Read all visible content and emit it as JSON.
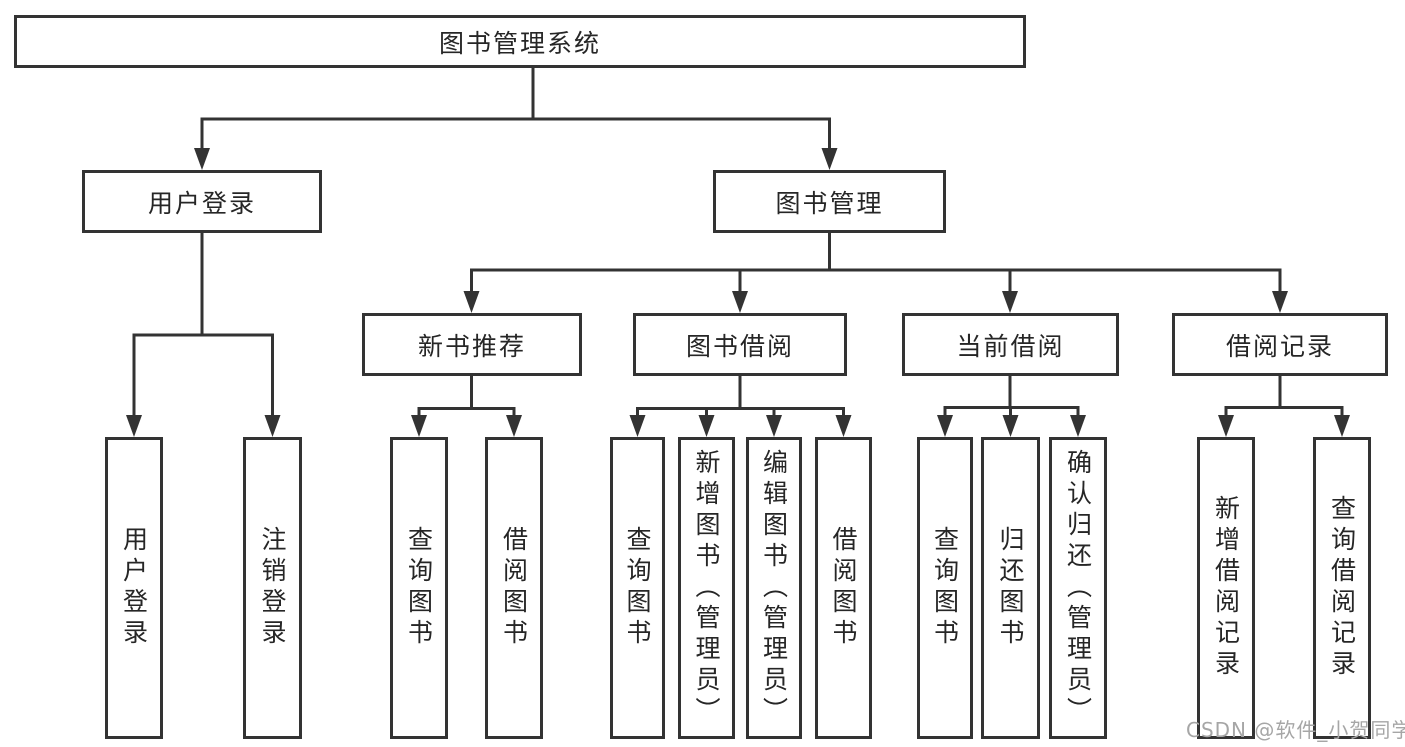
{
  "tree": {
    "root": "图书管理系统",
    "branches": [
      {
        "label": "用户登录",
        "children": [
          "用户登录",
          "注销登录"
        ]
      },
      {
        "label": "图书管理",
        "groups": [
          {
            "label": "新书推荐",
            "children": [
              "查询图书",
              "借阅图书"
            ]
          },
          {
            "label": "图书借阅",
            "children": [
              "查询图书",
              "新增图书（管理员）",
              "编辑图书（管理员）",
              "借阅图书"
            ]
          },
          {
            "label": "当前借阅",
            "children": [
              "查询图书",
              "归还图书",
              "确认归还（管理员）"
            ]
          },
          {
            "label": "借阅记录",
            "children": [
              "新增借阅记录",
              "查询借阅记录"
            ]
          }
        ]
      }
    ]
  },
  "watermark": {
    "text": "CSDN @软件_小贺同学"
  },
  "colors": {
    "line": "#333333",
    "box_border": "#333333",
    "box_background": "#ffffff",
    "text": "#262626",
    "watermark": "#a6a6a6"
  }
}
